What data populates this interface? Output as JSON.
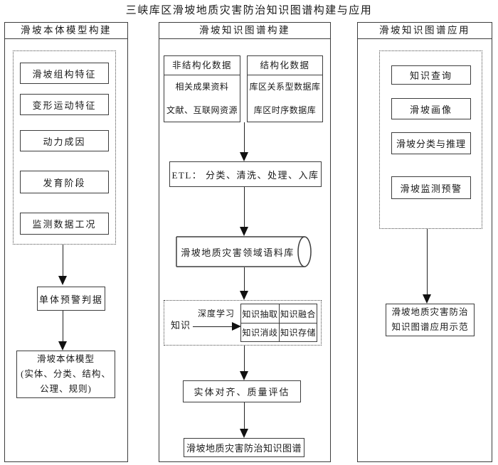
{
  "title": "三峡库区滑坡地质灾害防治知识图谱构建与应用",
  "colors": {
    "line": "#3d3d3d",
    "arrow": "#111111",
    "text": "#1a1a1a",
    "background": "#ffffff"
  },
  "left_panel": {
    "header": "滑坡本体模型构建",
    "feature_boxes": [
      "滑坡组构特征",
      "变形运动特征",
      "动力成因",
      "发育阶段",
      "监测数据工况"
    ],
    "warning_criteria_box": "单体预警判据",
    "ontology_model_box": {
      "line1": "滑坡本体模型",
      "line2": "(实体、分类、结构、",
      "line3": "公理、规则)"
    }
  },
  "middle_panel": {
    "header": "滑坡知识图谱构建",
    "unstructured_data_box": {
      "title": "非结构化数据",
      "rows": [
        "相关成果资料",
        "文献、互联网资源"
      ]
    },
    "structured_data_box": {
      "title": "结构化数据",
      "rows": [
        "库区关系型数据库",
        "库区时序数据库"
      ]
    },
    "etl_box": "ETL： 分类、清洗、处理、入库",
    "corpus_cylinder": "滑坡地质灾害领域语料库",
    "knowledge_label": "知识",
    "deep_learning_label": "深度学习",
    "knowledge_grid": [
      "知识抽取",
      "知识融合",
      "知识消歧",
      "知识存储"
    ],
    "alignment_box": "实体对齐、质量评估",
    "kg_result_box": "滑坡地质灾害防治知识图谱"
  },
  "right_panel": {
    "header": "滑坡知识图谱应用",
    "application_boxes": [
      "知识查询",
      "滑坡画像",
      "滑坡分类与推理",
      "滑坡监测预警"
    ],
    "demo_box": {
      "line1": "滑坡地质灾害防治",
      "line2": "知识图谱应用示范"
    }
  }
}
